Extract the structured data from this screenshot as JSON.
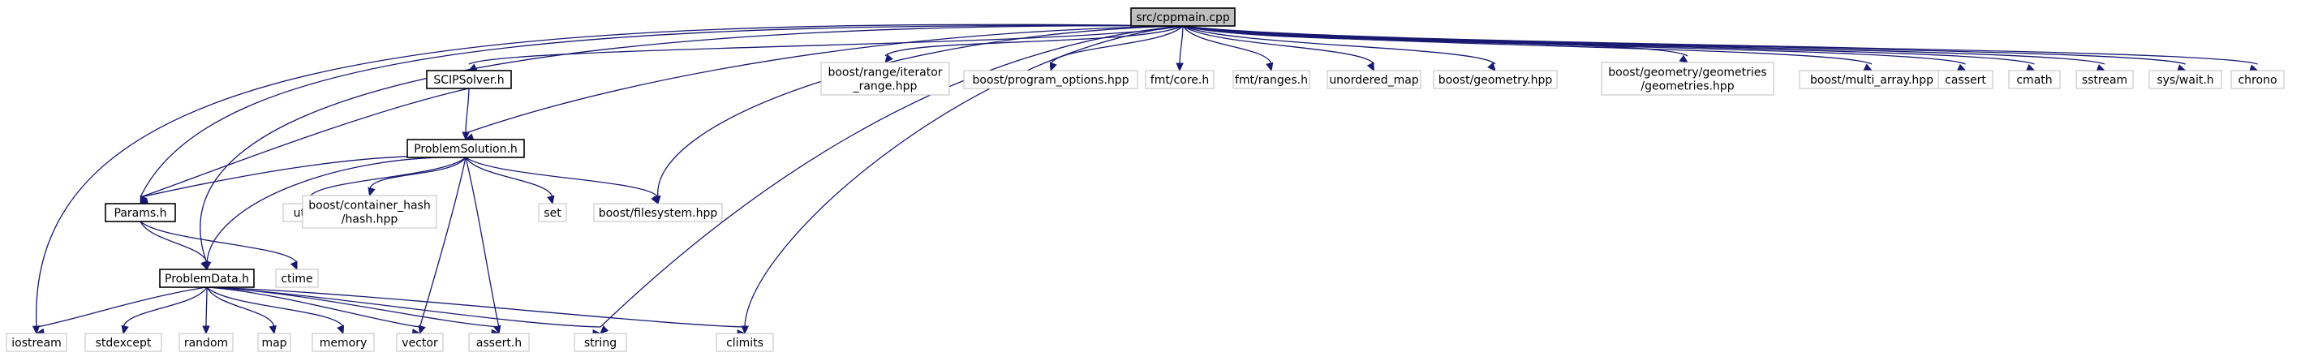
{
  "graph": {
    "nodes": [
      {
        "id": "root",
        "lines": [
          "src/cppmain.cpp"
        ],
        "kind": "root"
      },
      {
        "id": "scip",
        "lines": [
          "SCIPSolver.h"
        ],
        "kind": "internal"
      },
      {
        "id": "ps",
        "lines": [
          "ProblemSolution.h"
        ],
        "kind": "internal"
      },
      {
        "id": "params",
        "lines": [
          "Params.h"
        ],
        "kind": "internal"
      },
      {
        "id": "pd",
        "lines": [
          "ProblemData.h"
        ],
        "kind": "internal"
      },
      {
        "id": "iterrange",
        "lines": [
          "boost/range/iterator",
          "_range.hpp"
        ],
        "kind": "external"
      },
      {
        "id": "progopt",
        "lines": [
          "boost/program_options.hpp"
        ],
        "kind": "external"
      },
      {
        "id": "fmtcore",
        "lines": [
          "fmt/core.h"
        ],
        "kind": "external"
      },
      {
        "id": "fmtranges",
        "lines": [
          "fmt/ranges.h"
        ],
        "kind": "external"
      },
      {
        "id": "umap",
        "lines": [
          "unordered_map"
        ],
        "kind": "external"
      },
      {
        "id": "bgeom",
        "lines": [
          "boost/geometry.hpp"
        ],
        "kind": "external"
      },
      {
        "id": "bgeoms",
        "lines": [
          "boost/geometry/geometries",
          "/geometries.hpp"
        ],
        "kind": "external"
      },
      {
        "id": "multiarr",
        "lines": [
          "boost/multi_array.hpp"
        ],
        "kind": "external"
      },
      {
        "id": "cassert",
        "lines": [
          "cassert"
        ],
        "kind": "external"
      },
      {
        "id": "cmath",
        "lines": [
          "cmath"
        ],
        "kind": "external"
      },
      {
        "id": "sstream",
        "lines": [
          "sstream"
        ],
        "kind": "external"
      },
      {
        "id": "syswait",
        "lines": [
          "sys/wait.h"
        ],
        "kind": "external"
      },
      {
        "id": "chrono",
        "lines": [
          "chrono"
        ],
        "kind": "external"
      },
      {
        "id": "utility",
        "lines": [
          "utility"
        ],
        "kind": "external"
      },
      {
        "id": "chash",
        "lines": [
          "boost/container_hash",
          "/hash.hpp"
        ],
        "kind": "external"
      },
      {
        "id": "set",
        "lines": [
          "set"
        ],
        "kind": "external"
      },
      {
        "id": "bfs",
        "lines": [
          "boost/filesystem.hpp"
        ],
        "kind": "external"
      },
      {
        "id": "ctime",
        "lines": [
          "ctime"
        ],
        "kind": "external"
      },
      {
        "id": "iostream",
        "lines": [
          "iostream"
        ],
        "kind": "external"
      },
      {
        "id": "stdexcept",
        "lines": [
          "stdexcept"
        ],
        "kind": "external"
      },
      {
        "id": "random",
        "lines": [
          "random"
        ],
        "kind": "external"
      },
      {
        "id": "map",
        "lines": [
          "map"
        ],
        "kind": "external"
      },
      {
        "id": "memory",
        "lines": [
          "memory"
        ],
        "kind": "external"
      },
      {
        "id": "vector",
        "lines": [
          "vector"
        ],
        "kind": "external"
      },
      {
        "id": "asserth",
        "lines": [
          "assert.h"
        ],
        "kind": "external"
      },
      {
        "id": "string",
        "lines": [
          "string"
        ],
        "kind": "external"
      },
      {
        "id": "climits",
        "lines": [
          "climits"
        ],
        "kind": "external"
      }
    ],
    "edges": [
      {
        "from": "root",
        "to": "scip"
      },
      {
        "from": "root",
        "to": "params"
      },
      {
        "from": "root",
        "to": "ps"
      },
      {
        "from": "root",
        "to": "pd"
      },
      {
        "from": "root",
        "to": "iostream"
      },
      {
        "from": "root",
        "to": "bfs"
      },
      {
        "from": "root",
        "to": "string"
      },
      {
        "from": "root",
        "to": "climits"
      },
      {
        "from": "root",
        "to": "iterrange"
      },
      {
        "from": "root",
        "to": "progopt"
      },
      {
        "from": "root",
        "to": "fmtcore"
      },
      {
        "from": "root",
        "to": "fmtranges"
      },
      {
        "from": "root",
        "to": "umap"
      },
      {
        "from": "root",
        "to": "bgeom"
      },
      {
        "from": "root",
        "to": "bgeoms"
      },
      {
        "from": "root",
        "to": "multiarr"
      },
      {
        "from": "root",
        "to": "cassert"
      },
      {
        "from": "root",
        "to": "cmath"
      },
      {
        "from": "root",
        "to": "sstream"
      },
      {
        "from": "root",
        "to": "syswait"
      },
      {
        "from": "root",
        "to": "chrono"
      },
      {
        "from": "scip",
        "to": "ps"
      },
      {
        "from": "scip",
        "to": "params"
      },
      {
        "from": "ps",
        "to": "params"
      },
      {
        "from": "ps",
        "to": "pd"
      },
      {
        "from": "ps",
        "to": "utility"
      },
      {
        "from": "ps",
        "to": "chash"
      },
      {
        "from": "ps",
        "to": "set"
      },
      {
        "from": "ps",
        "to": "bfs"
      },
      {
        "from": "ps",
        "to": "vector"
      },
      {
        "from": "ps",
        "to": "asserth"
      },
      {
        "from": "params",
        "to": "pd"
      },
      {
        "from": "params",
        "to": "ctime"
      },
      {
        "from": "pd",
        "to": "iostream"
      },
      {
        "from": "pd",
        "to": "stdexcept"
      },
      {
        "from": "pd",
        "to": "random"
      },
      {
        "from": "pd",
        "to": "map"
      },
      {
        "from": "pd",
        "to": "memory"
      },
      {
        "from": "pd",
        "to": "vector"
      },
      {
        "from": "pd",
        "to": "asserth"
      },
      {
        "from": "pd",
        "to": "string"
      },
      {
        "from": "pd",
        "to": "climits"
      }
    ]
  }
}
